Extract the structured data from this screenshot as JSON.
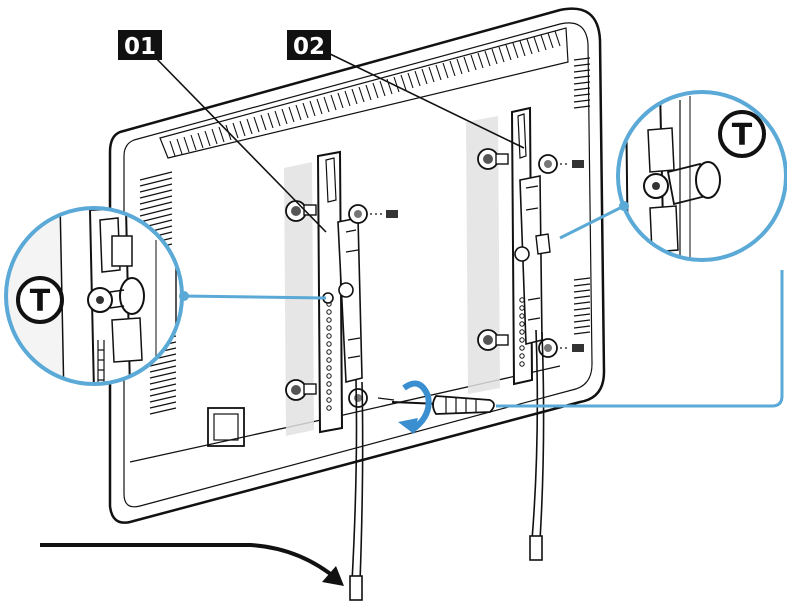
{
  "callouts": [
    {
      "id": "01",
      "label": "01"
    },
    {
      "id": "02",
      "label": "02"
    }
  ],
  "detail_views": [
    {
      "side": "left",
      "badge": "T"
    },
    {
      "side": "right",
      "badge": "T"
    }
  ],
  "colors": {
    "outline": "#111111",
    "panel_fill": "#ffffff",
    "watermark_gray": "#e2e2e2",
    "callout_blue": "#5aa9d6",
    "accent_blue": "#3a8fd0",
    "leader_black": "#111111"
  }
}
